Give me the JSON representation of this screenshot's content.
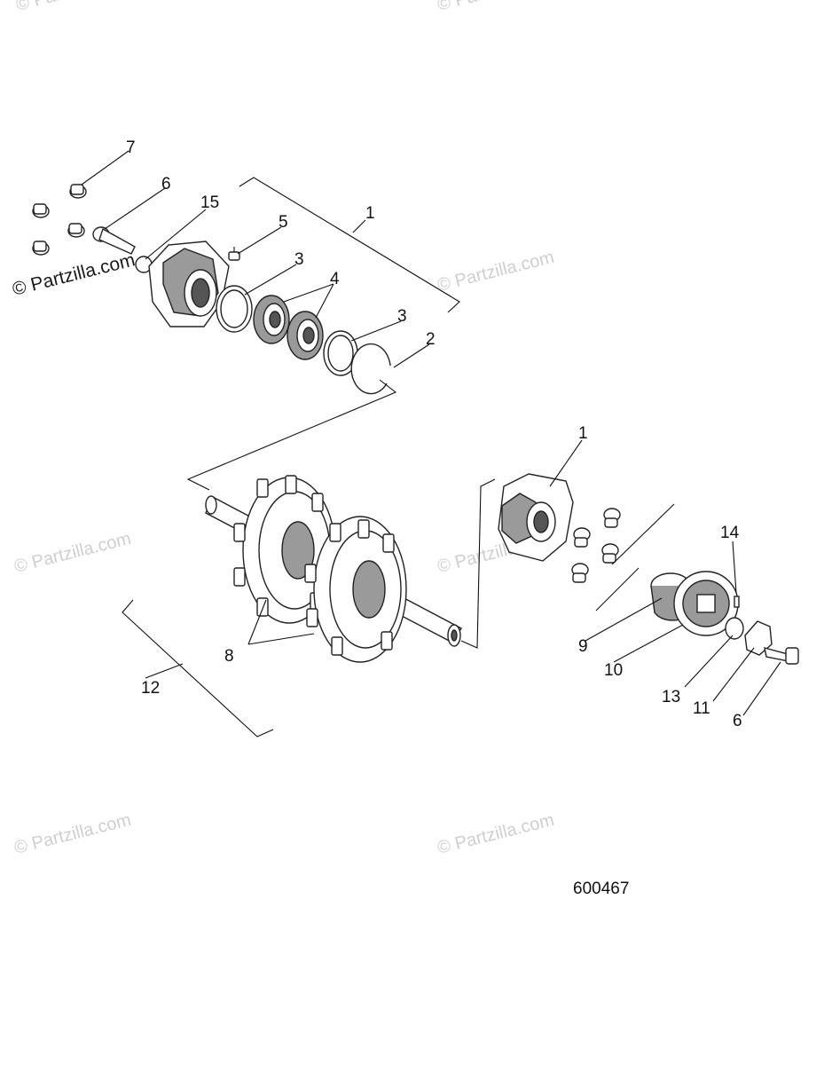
{
  "watermarks": [
    "© Partzilla.com",
    "© Partzilla.com",
    "© Partzilla.com",
    "© Partzilla.com",
    "© Partzilla.com",
    "© Partzilla.com",
    "© Partzilla.com",
    "© Partzilla.com"
  ],
  "drawing_number": "600467",
  "callouts": [
    "7",
    "6",
    "15",
    "5",
    "1",
    "3",
    "4",
    "3",
    "2",
    "1",
    "14",
    "8",
    "9",
    "10",
    "12",
    "13",
    "11",
    "6"
  ]
}
